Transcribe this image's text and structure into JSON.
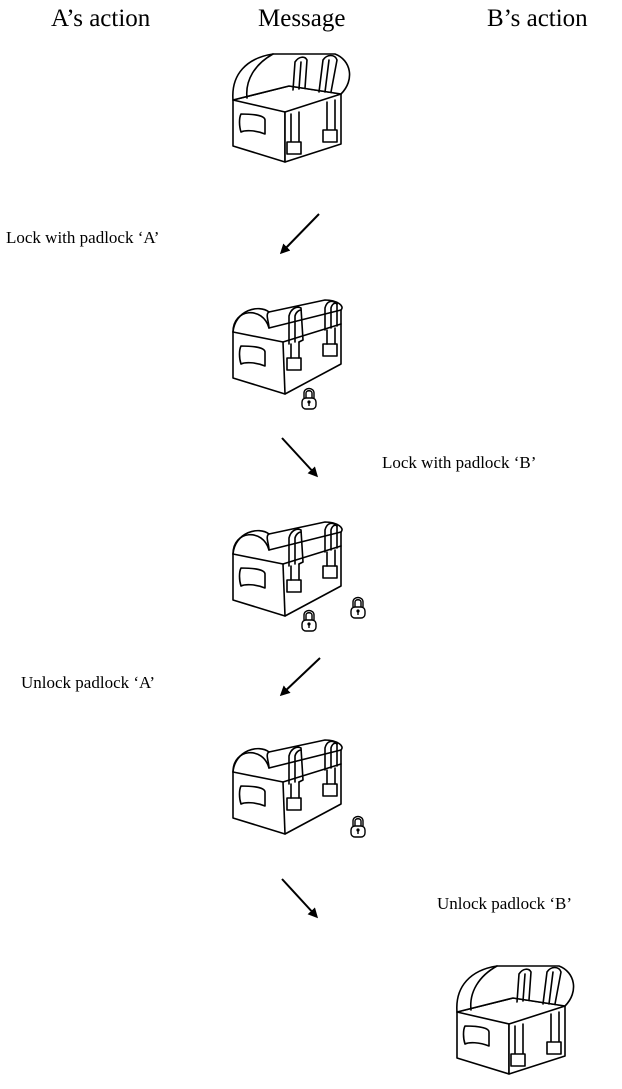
{
  "columns": {
    "a_action": "A’s action",
    "message": "Message",
    "b_action": "B’s action"
  },
  "steps": [
    {
      "label": "Lock with padlock ‘A’",
      "actor": "A"
    },
    {
      "label": "Lock with padlock ‘B’",
      "actor": "B"
    },
    {
      "label": "Unlock padlock ‘A’",
      "actor": "A"
    },
    {
      "label": "Unlock padlock ‘B’",
      "actor": "B"
    }
  ],
  "chests": [
    {
      "state": "open",
      "padlocks": []
    },
    {
      "state": "closed",
      "padlocks": [
        "A"
      ]
    },
    {
      "state": "closed",
      "padlocks": [
        "A",
        "B"
      ]
    },
    {
      "state": "closed",
      "padlocks": [
        "B"
      ]
    },
    {
      "state": "open",
      "padlocks": []
    }
  ]
}
